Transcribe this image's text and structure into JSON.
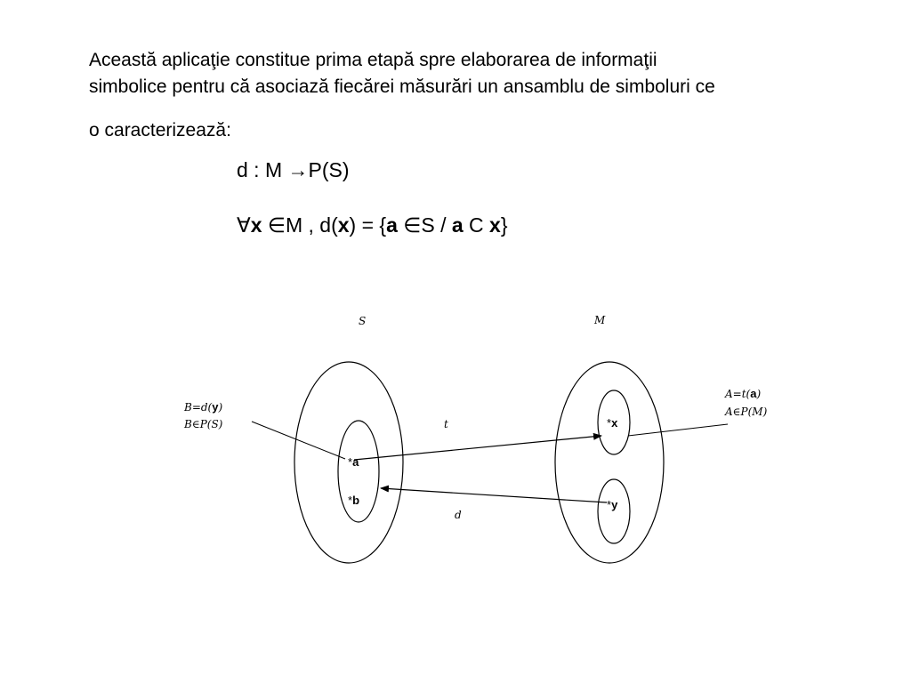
{
  "paragraph": {
    "line1": "Această aplicaţie constitue prima etapă spre elaborarea de informaţii",
    "line2": "simbolice pentru că asociază fiecărei măsurări un ansamblu de simboluri ce",
    "line3": "o caracterizează:"
  },
  "formula1": {
    "lhs": "d : M ",
    "arrow": "→",
    "rhs": "P(S)"
  },
  "formula2": {
    "forall": "∀",
    "x1": "x",
    "in1": " ∈",
    "m": "M , d(",
    "x2": "x",
    "mid": ") = {",
    "a1": "a",
    "in2": " ∈",
    "s": "S / ",
    "a2": "a",
    "c": " C ",
    "x3": "x",
    "end": "}"
  },
  "diagram": {
    "set_s_label": "S",
    "set_m_label": "M",
    "left_annotation": {
      "line1_pre": "B=d(",
      "line1_bold": "y",
      "line1_post": ")",
      "line2": "B∈P(S)"
    },
    "right_annotation": {
      "line1_pre": "A=t(",
      "line1_bold": "a",
      "line1_post": ")",
      "line2": "A∈P(M)"
    },
    "arrow_t_label": "t",
    "arrow_d_label": "d",
    "points": {
      "a_star": "*",
      "a": "a",
      "b_star": "*",
      "b": "b",
      "x_star": "*",
      "x": "x",
      "y_star": "*",
      "y": "y"
    }
  },
  "colors": {
    "text": "#000000",
    "background": "#ffffff"
  }
}
